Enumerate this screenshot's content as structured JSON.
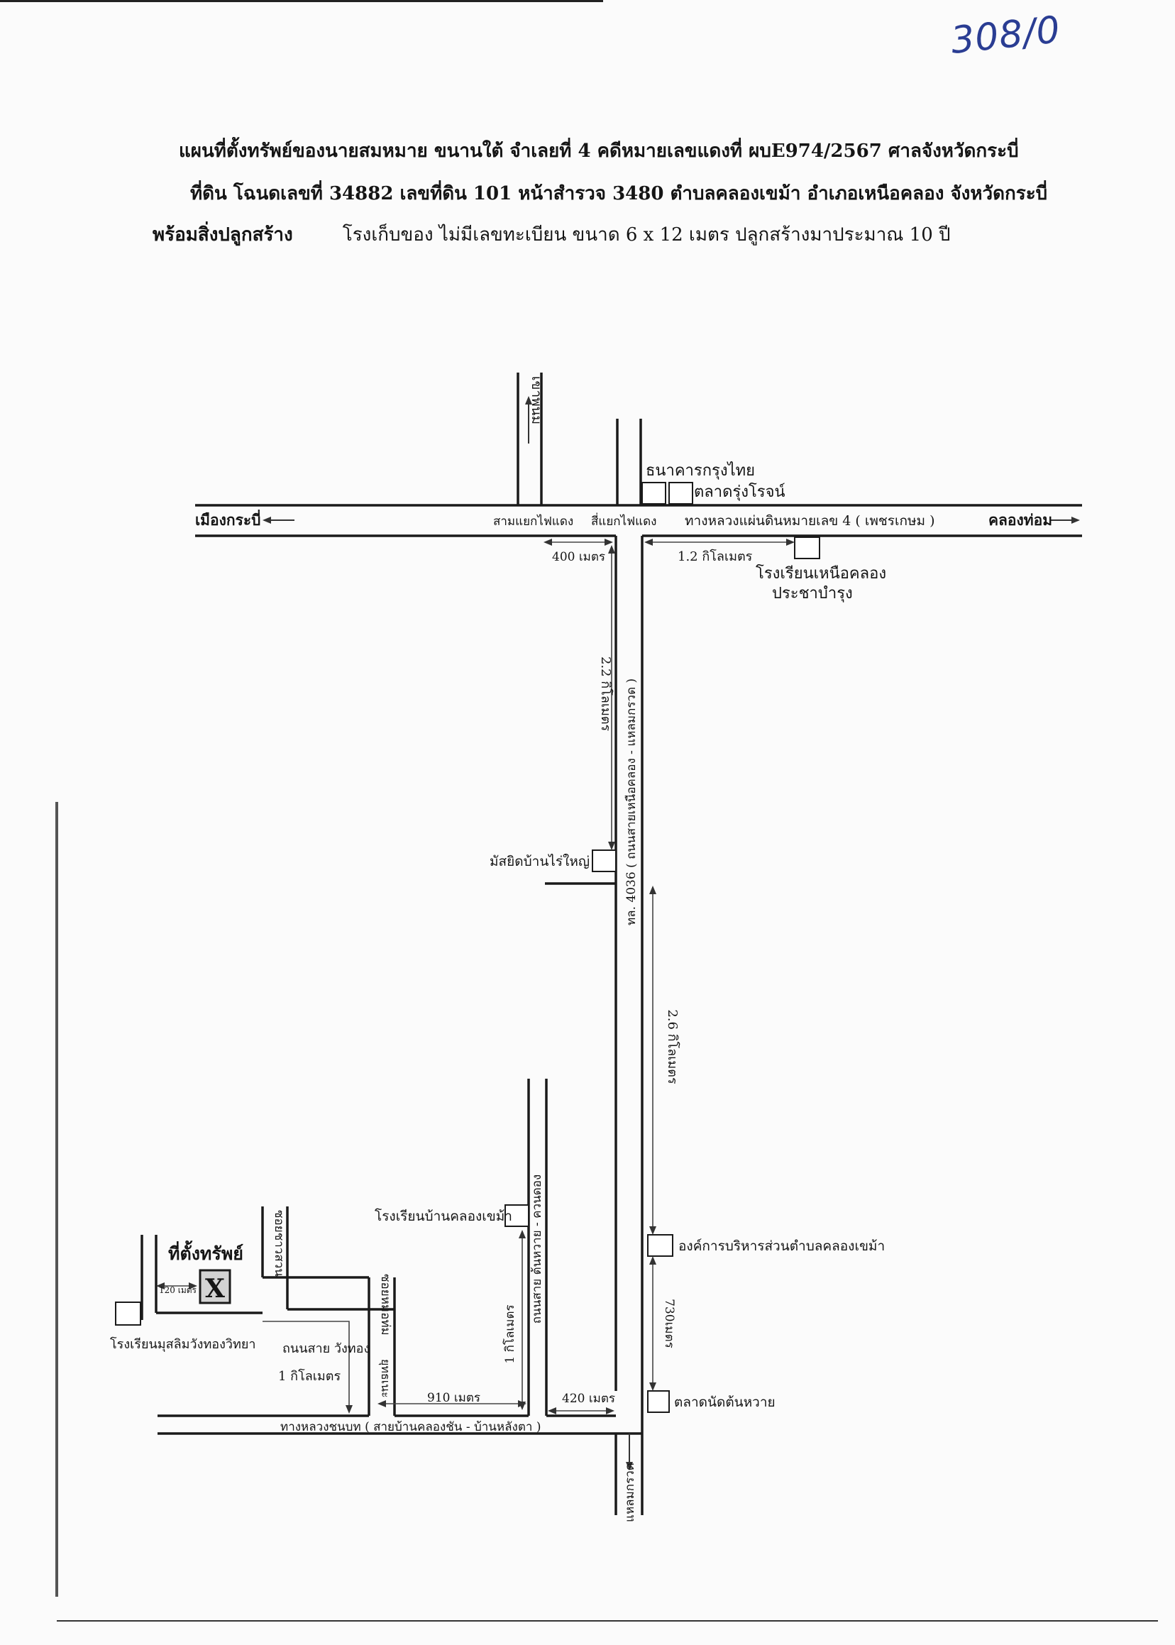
{
  "handwritten_number": "308/0",
  "header": {
    "line1": "แผนที่ตั้งทรัพย์ของนายสมหมาย  ขนานใต้  จำเลยที่ 4 คดีหมายเลขแดงที่ ผบE974/2567   ศาลจังหวัดกระบี่",
    "line2": "ที่ดิน โฉนดเลขที่ 34882 เลขที่ดิน 101 หน้าสำรวจ 3480 ตำบลคลองเขม้า  อำเภอเหนือคลอง  จังหวัดกระบี่",
    "line3_bold": "พร้อมสิ่งปลูกสร้าง",
    "line3_rest": "โรงเก็บของ ไม่มีเลขทะเบียน ขนาด 6 x 12 เมตร ปลูกสร้างมาประมาณ 10 ปี"
  },
  "map": {
    "road_labels": {
      "khao_phanom": "เขาพนม",
      "mueang_krabi": "เมืองกระบี่",
      "khlong_thom": "คลองท่อม",
      "highway4": "ทางหลวงแผ่นดินหมายเลข 4 ( เพชรเกษม )",
      "t_junction": "สามแยกไฟแดง",
      "crossroads": "สี่แยกไฟแดง",
      "route4036": "ทล. 4036 ( ถนนสายเหนือคลอง - แหลมกรวด )",
      "laem_kruat": "แหลมกรวด",
      "rural_road": "ทางหลวงชนบท  ( สายบ้านคลองชัน - บ้านหลังตา )",
      "side_road": "ถนนสาย ต้นหวาย - ควนดอง",
      "wang_thong_road": "ถนนสาย วังทอง",
      "soi_a": "ซอยชาวสวน",
      "soi_b": "ซอยหมอท่ม",
      "soi_c": "ยุทธเนะ"
    },
    "places": {
      "krungthai_bank": "ธนาคารกรุงไทย",
      "rung_rot_market": "ตลาดรุ่งโรจน์",
      "nuea_khlong_school": "โรงเรียนเหนือคลอง",
      "pracha_bamrung": "ประชาบำรุง",
      "mosque": "มัสยิดบ้านไร่ใหญ่",
      "khlong_khamao_school": "โรงเรียนบ้านคลองเขม้า",
      "tambon_org": "องค์การบริหารส่วนตำบลคลองเขม้า",
      "ton_hwai_market": "ตลาดนัดต้นหวาย",
      "muslim_school": "โรงเรียนมุสลิมวังทองวิทยา",
      "property_title": "ที่ตั้งทรัพย์",
      "property_mark": "X"
    },
    "distances": {
      "d400": "400 เมตร",
      "d1_2km": "1.2  กิโลเมตร",
      "d2_2km": "2.2  กิโลเมตร",
      "d2_6km": "2.6  กิโลเมตร",
      "d730": "730เมตร",
      "d420": "420 เมตร",
      "d910": "910 เมตร",
      "d1km_vert": "1  กิโลเมตร",
      "d1km_horiz": "1  กิโลเมตร",
      "d120": "120 เมตร"
    }
  }
}
